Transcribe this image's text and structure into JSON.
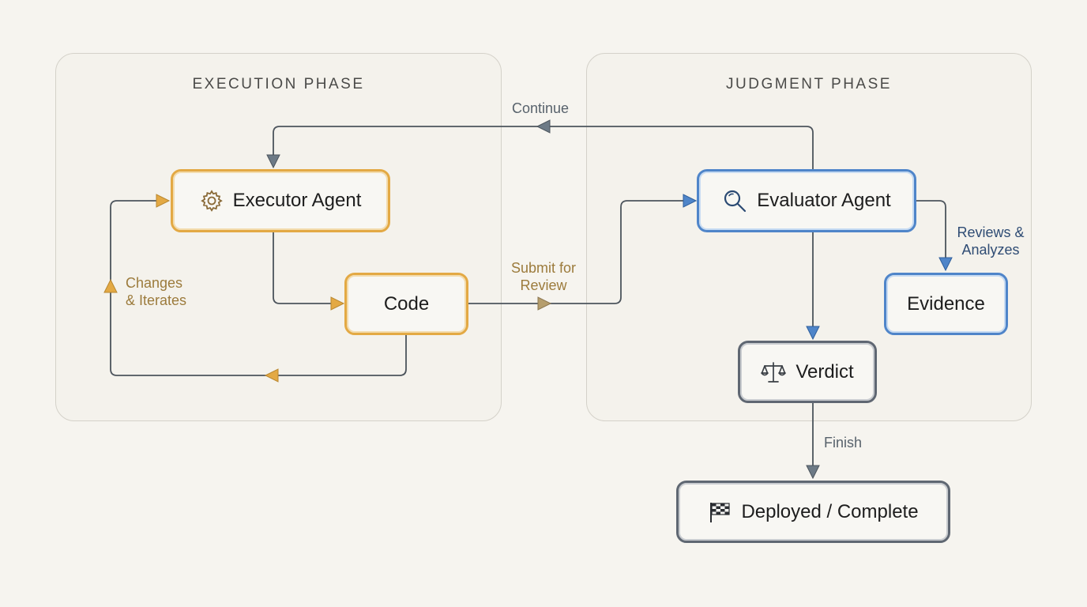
{
  "phases": {
    "execution": {
      "title": "EXECUTION PHASE"
    },
    "judgment": {
      "title": "JUDGMENT PHASE"
    }
  },
  "nodes": {
    "executor": {
      "label": "Executor Agent",
      "icon": "gear-icon"
    },
    "code": {
      "label": "Code"
    },
    "evaluator": {
      "label": "Evaluator Agent",
      "icon": "magnifier-icon"
    },
    "evidence": {
      "label": "Evidence"
    },
    "verdict": {
      "label": "Verdict",
      "icon": "scales-icon"
    },
    "deployed": {
      "label": "Deployed / Complete",
      "icon": "checkered-flag-icon"
    }
  },
  "edges": {
    "continue": "Continue",
    "submit": {
      "line1": "Submit for",
      "line2": "Review"
    },
    "changes": {
      "line1": "Changes",
      "line2": "& Iterates"
    },
    "reviews": {
      "line1": "Reviews &",
      "line2": "Analyzes"
    },
    "finish": "Finish"
  },
  "colors": {
    "execution_accent": "#e3a944",
    "judgment_accent": "#4f85c9",
    "outcome_accent": "#5f6772",
    "connector": "#4c545c",
    "background": "#f6f4ef"
  }
}
